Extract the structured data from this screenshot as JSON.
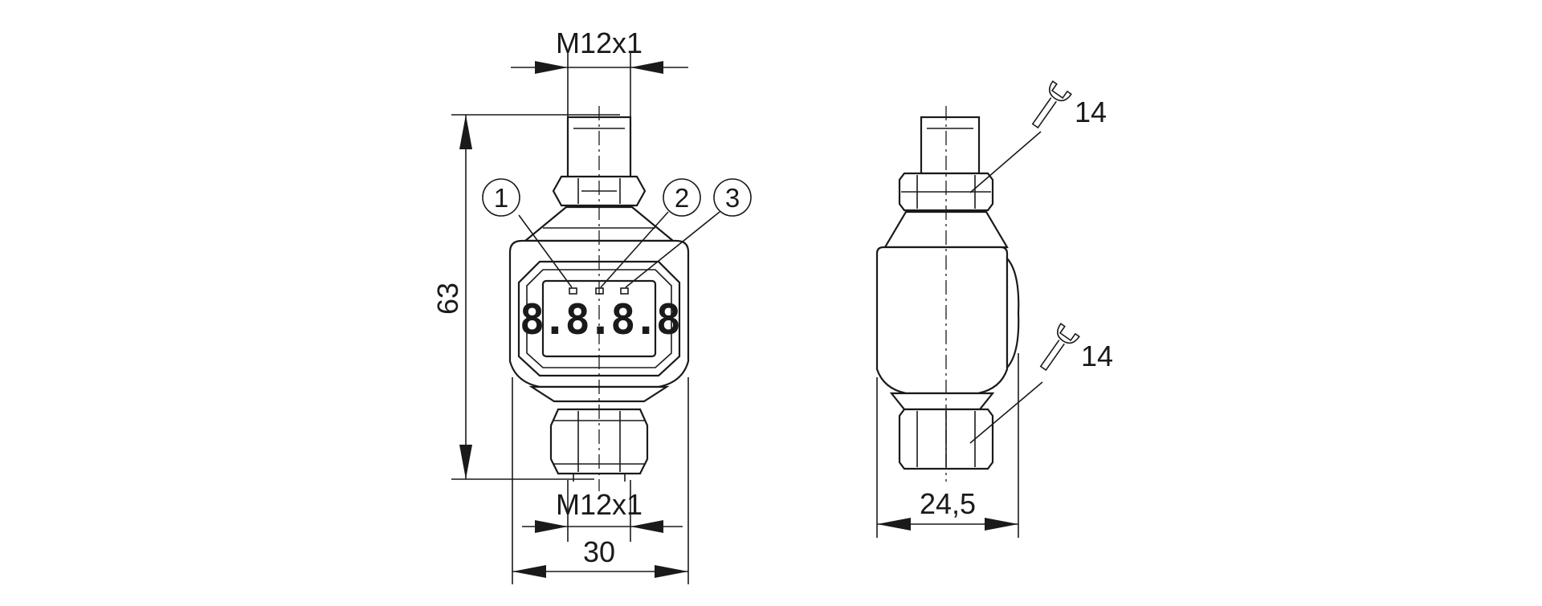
{
  "front_view": {
    "thread_top": "M12x1",
    "thread_bottom": "M12x1",
    "height": "63",
    "width": "30",
    "display_text": "8.8.8.8",
    "callouts": [
      "1",
      "2",
      "3"
    ]
  },
  "side_view": {
    "width": "24,5",
    "wrench_top": "14",
    "wrench_bottom": "14"
  }
}
